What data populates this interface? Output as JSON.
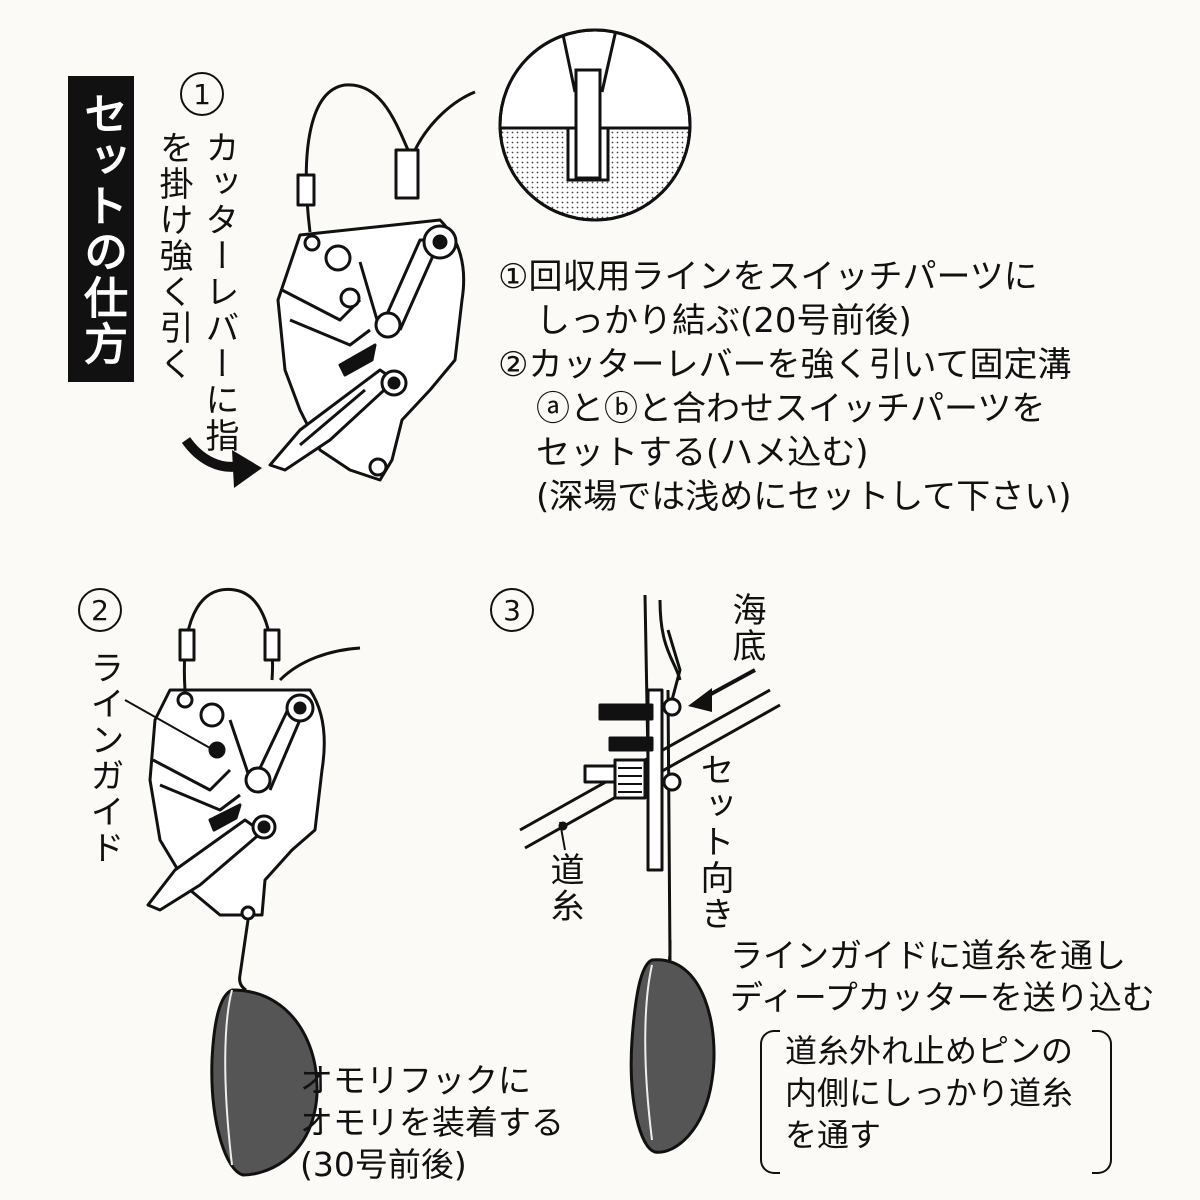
{
  "title": "セットの仕方",
  "step1": {
    "num": "1",
    "label": "カッターレバーに指を掛け強く引く",
    "instructions": [
      {
        "num": "①",
        "text": "回収用ラインをスイッチパーツに"
      },
      {
        "num": "",
        "text": "しっかり結ぶ(20号前後)"
      },
      {
        "num": "②",
        "text": "カッターレバーを強く引いて固定溝"
      },
      {
        "num": "",
        "text": "ⓐとⓑと合わせスイッチパーツを"
      },
      {
        "num": "",
        "text": "セットする(ハメ込む)"
      },
      {
        "num": "",
        "text": "(深場では浅めにセットして下さい)"
      }
    ]
  },
  "step2": {
    "num": "2",
    "label": "ラインガイド",
    "caption": [
      "オモリフックに",
      "オモリを装着する",
      "(30号前後)"
    ]
  },
  "step3": {
    "num": "3",
    "label_seabed": "海底",
    "label_direction": "セット向き",
    "label_line": "道糸",
    "caption": [
      "ラインガイドに道糸を通し",
      "ディープカッターを送り込む"
    ],
    "note": [
      "道糸外れ止めピンの",
      "内側にしっかり道糸",
      "を通す"
    ]
  },
  "colors": {
    "ink": "#111111",
    "background": "#fbfaf6",
    "shade": "#888888"
  }
}
